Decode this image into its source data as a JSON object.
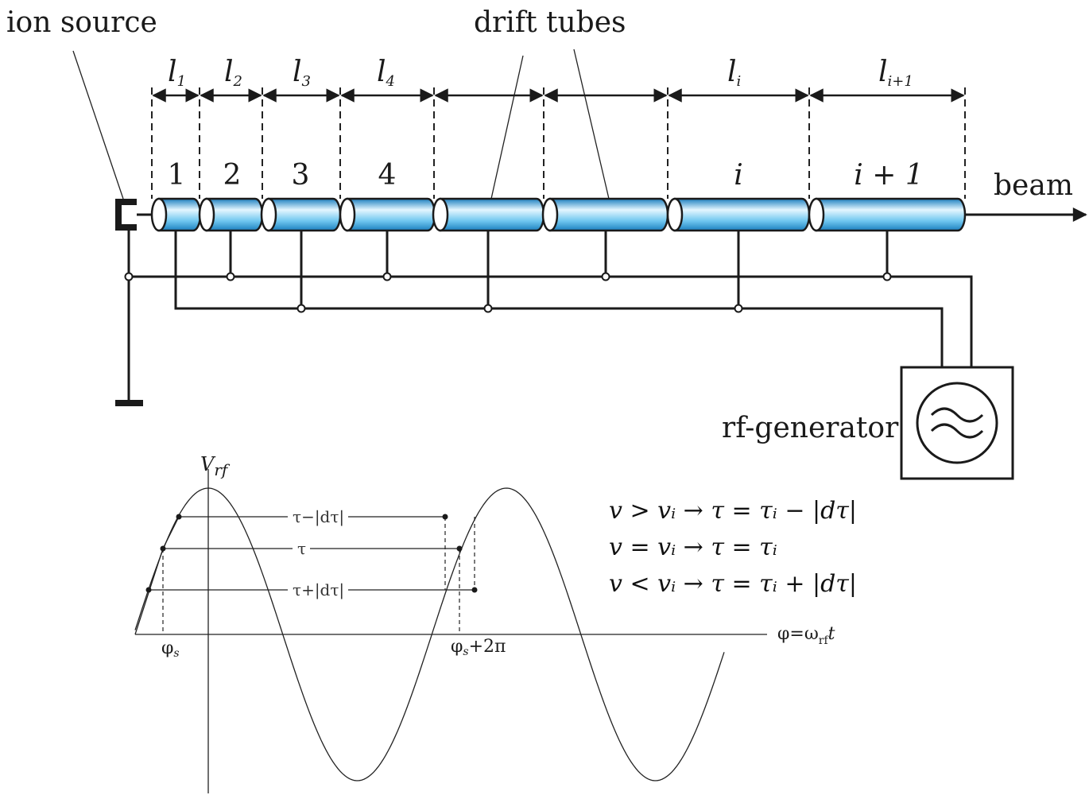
{
  "labels": {
    "ion_source": "ion source",
    "drift_tubes": "drift tubes",
    "beam": "beam",
    "rf_generator": "rf-generator"
  },
  "lengths": [
    {
      "base": "l",
      "sub": "1"
    },
    {
      "base": "l",
      "sub": "2"
    },
    {
      "base": "l",
      "sub": "3"
    },
    {
      "base": "l",
      "sub": "4"
    },
    {
      "base": "l",
      "sub": "i"
    },
    {
      "base": "l",
      "sub": "i+1"
    }
  ],
  "tube_numbers": [
    "1",
    "2",
    "3",
    "4",
    "i",
    "i + 1"
  ],
  "waveform": {
    "y_axis": {
      "base": "V",
      "sub": "rf"
    },
    "x_axis": {
      "base": "φ=ω",
      "sub": "rf",
      "tail": "t"
    },
    "levels": [
      "τ−|dτ|",
      "τ",
      "τ+|dτ|"
    ],
    "phase_marks": [
      {
        "base": "φ",
        "sub": "s",
        "tail": ""
      },
      {
        "base": "φ",
        "sub": "s",
        "tail": "+2π"
      }
    ]
  },
  "equations": [
    "v > vᵢ → τ = τᵢ − |dτ|",
    "v = vᵢ → τ = τᵢ",
    "v < vᵢ → τ = τᵢ + |dτ|"
  ],
  "colors": {
    "tube_light": "#e4f6ff",
    "tube_mid": "#6fc6ef",
    "tube_dark": "#1c7fbf",
    "line": "#1a1a1a"
  }
}
